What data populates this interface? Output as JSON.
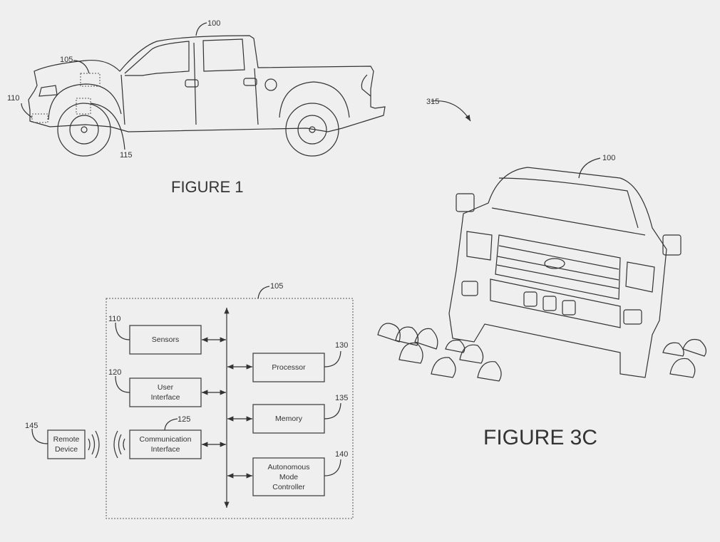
{
  "figure1": {
    "caption": "FIGURE 1",
    "refs": {
      "vehicle": "100",
      "computer": "105",
      "sensor": "110",
      "sensor_wheel": "115"
    }
  },
  "figure3c": {
    "caption": "FIGURE 3C",
    "refs": {
      "scenario": "315",
      "vehicle": "100"
    }
  },
  "block_diagram": {
    "ref_system": "105",
    "sensors": {
      "ref": "110",
      "label": "Sensors"
    },
    "user_interface": {
      "ref": "120",
      "line1": "User",
      "line2": "Interface"
    },
    "communication_interface": {
      "ref": "125",
      "line1": "Communication",
      "line2": "Interface"
    },
    "processor": {
      "ref": "130",
      "label": "Processor"
    },
    "memory": {
      "ref": "135",
      "label": "Memory"
    },
    "autonomous_mode_controller": {
      "ref": "140",
      "line1": "Autonomous",
      "line2": "Mode",
      "line3": "Controller"
    },
    "remote_device": {
      "ref": "145",
      "line1": "Remote",
      "line2": "Device"
    }
  }
}
